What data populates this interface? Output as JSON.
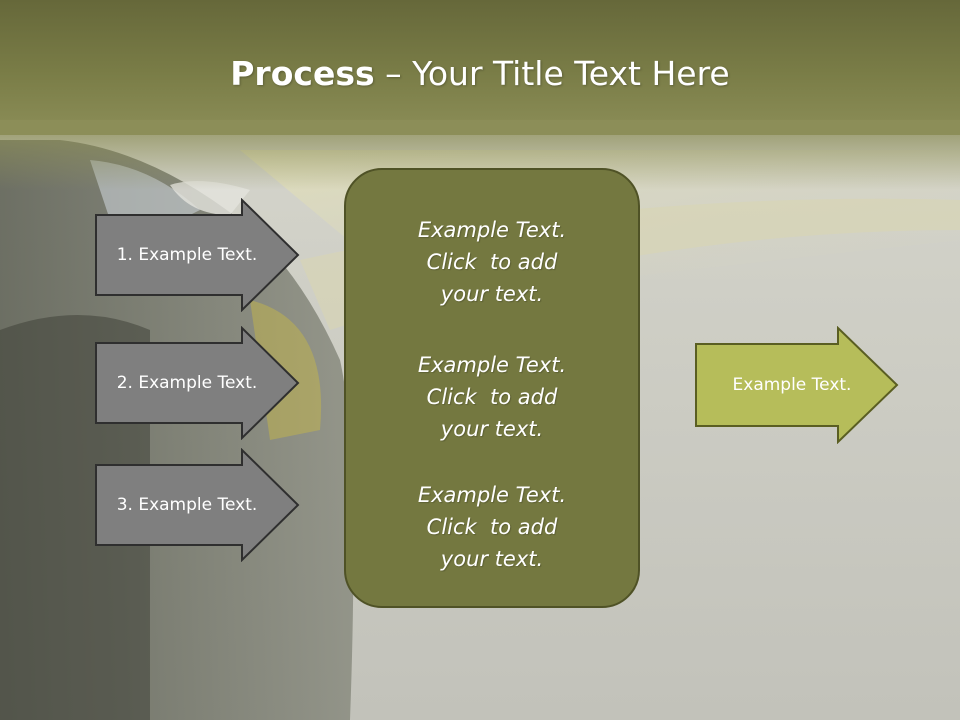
{
  "title": {
    "bold": "Process",
    "rest": " – Your Title Text Here"
  },
  "steps": [
    {
      "label": "1. Example Text."
    },
    {
      "label": "2. Example Text."
    },
    {
      "label": "3. Example Text."
    }
  ],
  "center": {
    "paragraphs": [
      {
        "l1": "Example Text.",
        "l2": "Click  to add",
        "l3": "your text."
      },
      {
        "l1": "Example Text.",
        "l2": "Click  to add",
        "l3": "your text."
      },
      {
        "l1": "Example Text.",
        "l2": "Click  to add",
        "l3": "your text."
      }
    ]
  },
  "output": {
    "label": "Example Text."
  },
  "colors": {
    "header": "#7a7d47",
    "step_arrow_fill": "#7f7f7f",
    "center_fill": "#747840",
    "output_fill": "#b6bd5a"
  }
}
